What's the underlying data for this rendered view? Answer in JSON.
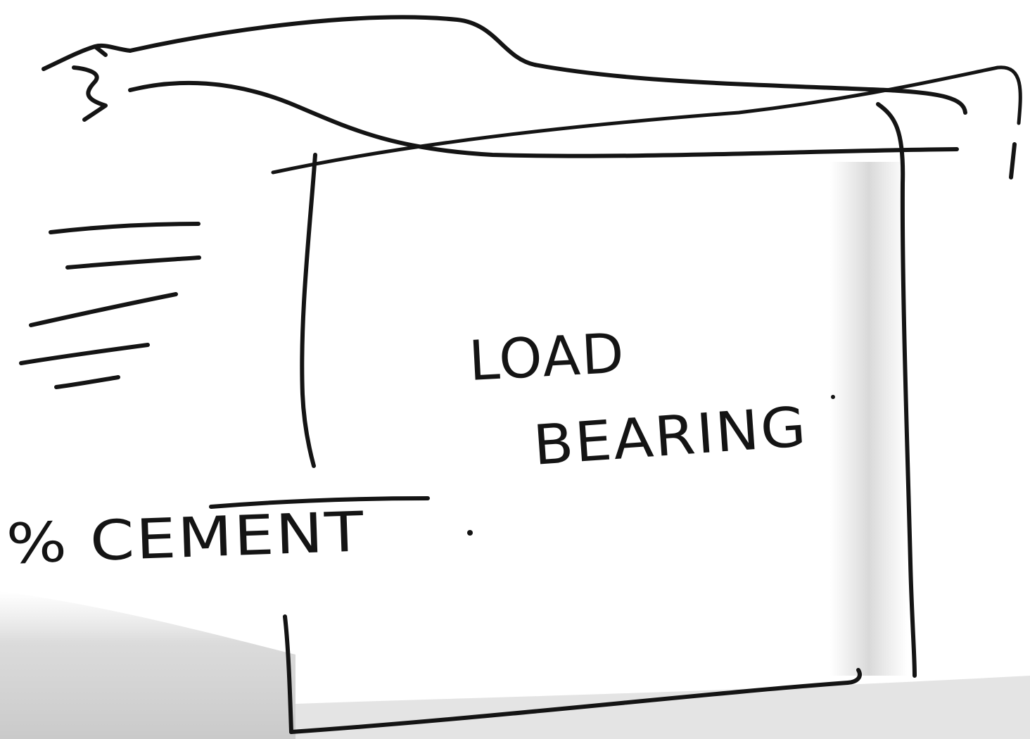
{
  "labels": {
    "load_line1": "LOAD",
    "load_line2": "BEARING",
    "cement": "% CEMENT"
  }
}
